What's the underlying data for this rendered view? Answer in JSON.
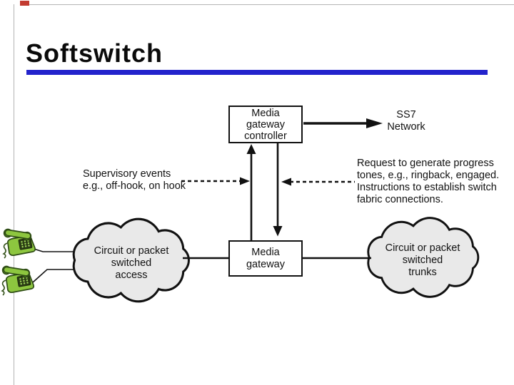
{
  "slide": {
    "title": "Softswitch",
    "rule_color": "#2323cc",
    "frame": {
      "line_color": "#b4b4b4",
      "accent_color": "#c23b30"
    }
  },
  "diagram": {
    "controller_box": "Media\ngateway\ncontroller",
    "gateway_box": "Media\ngateway",
    "ss7": "SS7\nNetwork",
    "access_cloud": "Circuit or packet\nswitched\naccess",
    "trunks_cloud": "Circuit or packet\nswitched\ntrunks",
    "supervisory_note": "Supervisory events\ne.g., off-hook, on hook",
    "request_note": "Request to generate progress\ntones, e.g., ringback, engaged.\nInstructions to establish switch\nfabric connections.",
    "colors": {
      "cloud_fill": "#e9e9e9",
      "line": "#111111",
      "phone_green": "#8dc63f",
      "phone_dark": "#2f4d15"
    },
    "icons": {
      "telephone": "telephone-icon",
      "access_network": "cloud-shape",
      "trunk_network": "cloud-shape"
    }
  }
}
